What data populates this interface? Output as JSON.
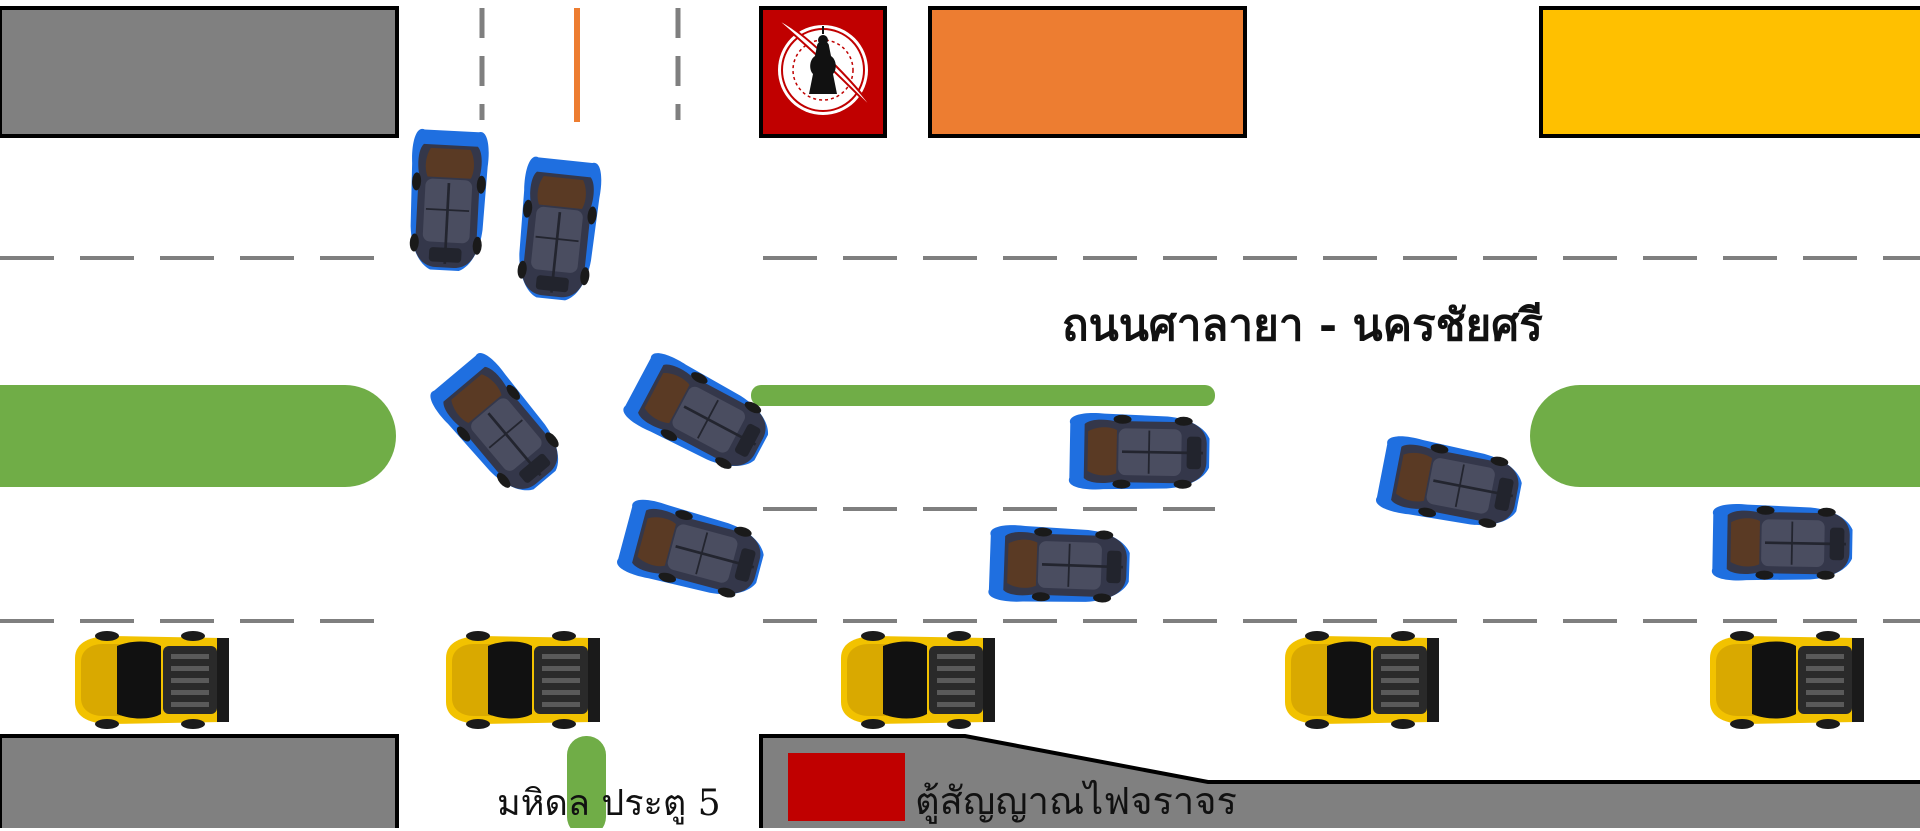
{
  "labels": {
    "road_name": "ถนนศาลายา - นครชัยศรี",
    "gate": "มหิดล ประตู 5",
    "signal_cabinet": "ตู้สัญญาณไฟจราจร"
  },
  "colors": {
    "background": "#ffffff",
    "building_gray": "#808080",
    "building_orange": "#ed7d31",
    "building_yellow": "#ffc000",
    "logo_red": "#c00000",
    "median_green": "#70ad47",
    "lane_marking": "#7f7f7f",
    "center_line_orange": "#ed7d31",
    "signal_cabinet_red": "#c00000",
    "car_blue": "#1f6fe0",
    "car_body": "#3a3d4a",
    "car_yellow": "#f2c200"
  },
  "icons": {
    "logo": "mahidol-university-seal",
    "blue_car": "blue-sports-car-topview",
    "yellow_car": "yellow-sports-car-topview"
  }
}
